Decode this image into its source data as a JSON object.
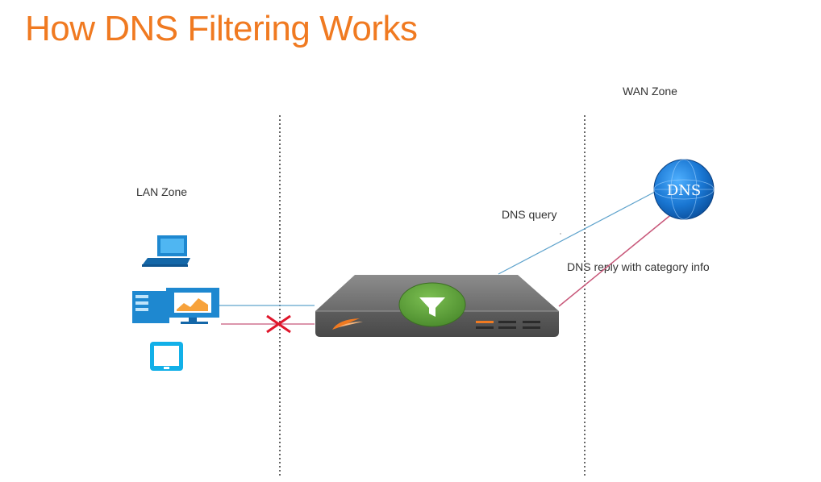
{
  "title": "How DNS Filtering Works",
  "zones": {
    "lan_label": "LAN Zone",
    "wan_label": "WAN Zone"
  },
  "flows": {
    "query_label": "DNS query",
    "reply_label": "DNS reply with category info"
  },
  "dns_server": {
    "label": "DNS"
  },
  "icons": {
    "laptop": "laptop-icon",
    "desktop": "desktop-server-icon",
    "tablet": "tablet-icon",
    "firewall": "firewall-appliance-icon",
    "filter": "filter-funnel-icon",
    "globe": "dns-globe-icon",
    "blocked": "blocked-x-icon"
  },
  "colors": {
    "title": "#F07A21",
    "query_line": "#5FA3CC",
    "reply_line": "#C8587A",
    "blocked": "#E0162B",
    "appliance": "#6E6E6E",
    "filter_badge": "#5C9A3A",
    "device_blue": "#1E88D0"
  }
}
